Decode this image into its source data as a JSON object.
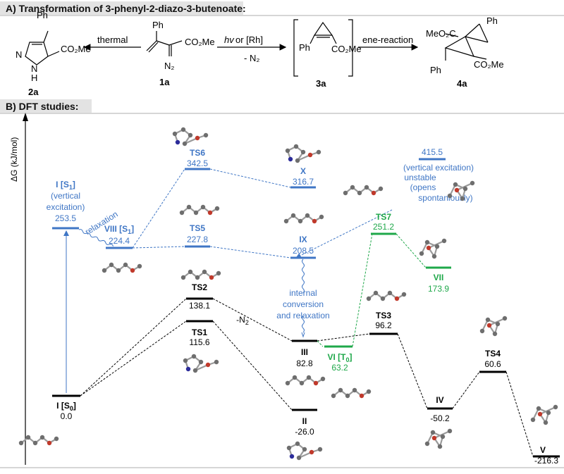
{
  "section_a": {
    "title": "A) Transformation of 3-phenyl-2-diazo-3-butenoate:",
    "arrow_thermal": "thermal",
    "arrow_hv": "hv",
    "arrow_or_rh": " or [Rh]",
    "arrow_minus_n2": "- N₂",
    "arrow_ene": "ene-reaction",
    "compounds": [
      {
        "id": "2a",
        "label": "2a"
      },
      {
        "id": "1a",
        "label": "1a"
      },
      {
        "id": "3a",
        "label": "3a"
      },
      {
        "id": "4a",
        "label": "4a"
      }
    ],
    "groups": {
      "ph": "Ph",
      "co2me": "CO₂Me",
      "meo2c": "MeO₂C",
      "n": "N",
      "nh": "N",
      "h": "H",
      "n2": "N₂"
    }
  },
  "section_b": {
    "title": "B) DFT studies:",
    "y_axis_label": "ΔG (kJ/mol)",
    "colors": {
      "s0": "#000000",
      "s1": "#3f76c5",
      "t": "#1fa84a",
      "mol_gray": "#8a8a8a",
      "mol_red": "#c0392b",
      "mol_blue": "#2c2c9a"
    },
    "states": [
      {
        "id": "I_S0",
        "label": "I [S",
        "sub": "0",
        "tail": "]",
        "energy": "0.0",
        "surface": "s0"
      },
      {
        "id": "TS1",
        "label": "TS1",
        "energy": "115.6",
        "surface": "s0"
      },
      {
        "id": "TS2",
        "label": "TS2",
        "energy": "138.1",
        "surface": "s0"
      },
      {
        "id": "II",
        "label": "II",
        "energy": "-26.0",
        "surface": "s0"
      },
      {
        "id": "III",
        "label": "III",
        "energy": "82.8",
        "surface": "s0"
      },
      {
        "id": "TS3",
        "label": "TS3",
        "energy": "96.2",
        "surface": "s0"
      },
      {
        "id": "IV",
        "label": "IV",
        "energy": "-50.2",
        "surface": "s0"
      },
      {
        "id": "TS4",
        "label": "TS4",
        "energy": "60.6",
        "surface": "s0"
      },
      {
        "id": "V",
        "label": "V",
        "energy": "-216.3",
        "surface": "s0"
      },
      {
        "id": "I_S1",
        "label": "I [S",
        "sub": "1",
        "tail": "]",
        "energy": "253.5",
        "surface": "s1"
      },
      {
        "id": "VIII_S1",
        "label": "VIII [S",
        "sub": "1",
        "tail": "]",
        "energy": "224.4",
        "surface": "s1"
      },
      {
        "id": "TS5",
        "label": "TS5",
        "energy": "227.8",
        "surface": "s1"
      },
      {
        "id": "TS6",
        "label": "TS6",
        "energy": "342.5",
        "surface": "s1"
      },
      {
        "id": "X",
        "label": "X",
        "energy": "316.7",
        "surface": "s1"
      },
      {
        "id": "IX",
        "label": "IX",
        "energy": "208.5",
        "surface": "s1"
      },
      {
        "id": "S1_vert",
        "label": "",
        "energy": "415.5",
        "surface": "s1"
      },
      {
        "id": "VI_T0",
        "label": "VI [T",
        "sub": "0",
        "tail": "]",
        "energy": "63.2",
        "surface": "t"
      },
      {
        "id": "TS7",
        "label": "TS7",
        "energy": "251.2",
        "surface": "t"
      },
      {
        "id": "VII",
        "label": "VII",
        "energy": "173.9",
        "surface": "t"
      }
    ],
    "annotations": {
      "vertical_excitation": [
        "(vertical",
        "excitation)"
      ],
      "relaxation": "relaxation",
      "internal_conversion": [
        "internal",
        "conversion",
        "and relaxation"
      ],
      "minus_n2": "-N",
      "minus_n2_sub": "2",
      "unstable_note": [
        "(vertical excitation)",
        "unstable",
        "(opens",
        "spontaniously)"
      ]
    }
  }
}
